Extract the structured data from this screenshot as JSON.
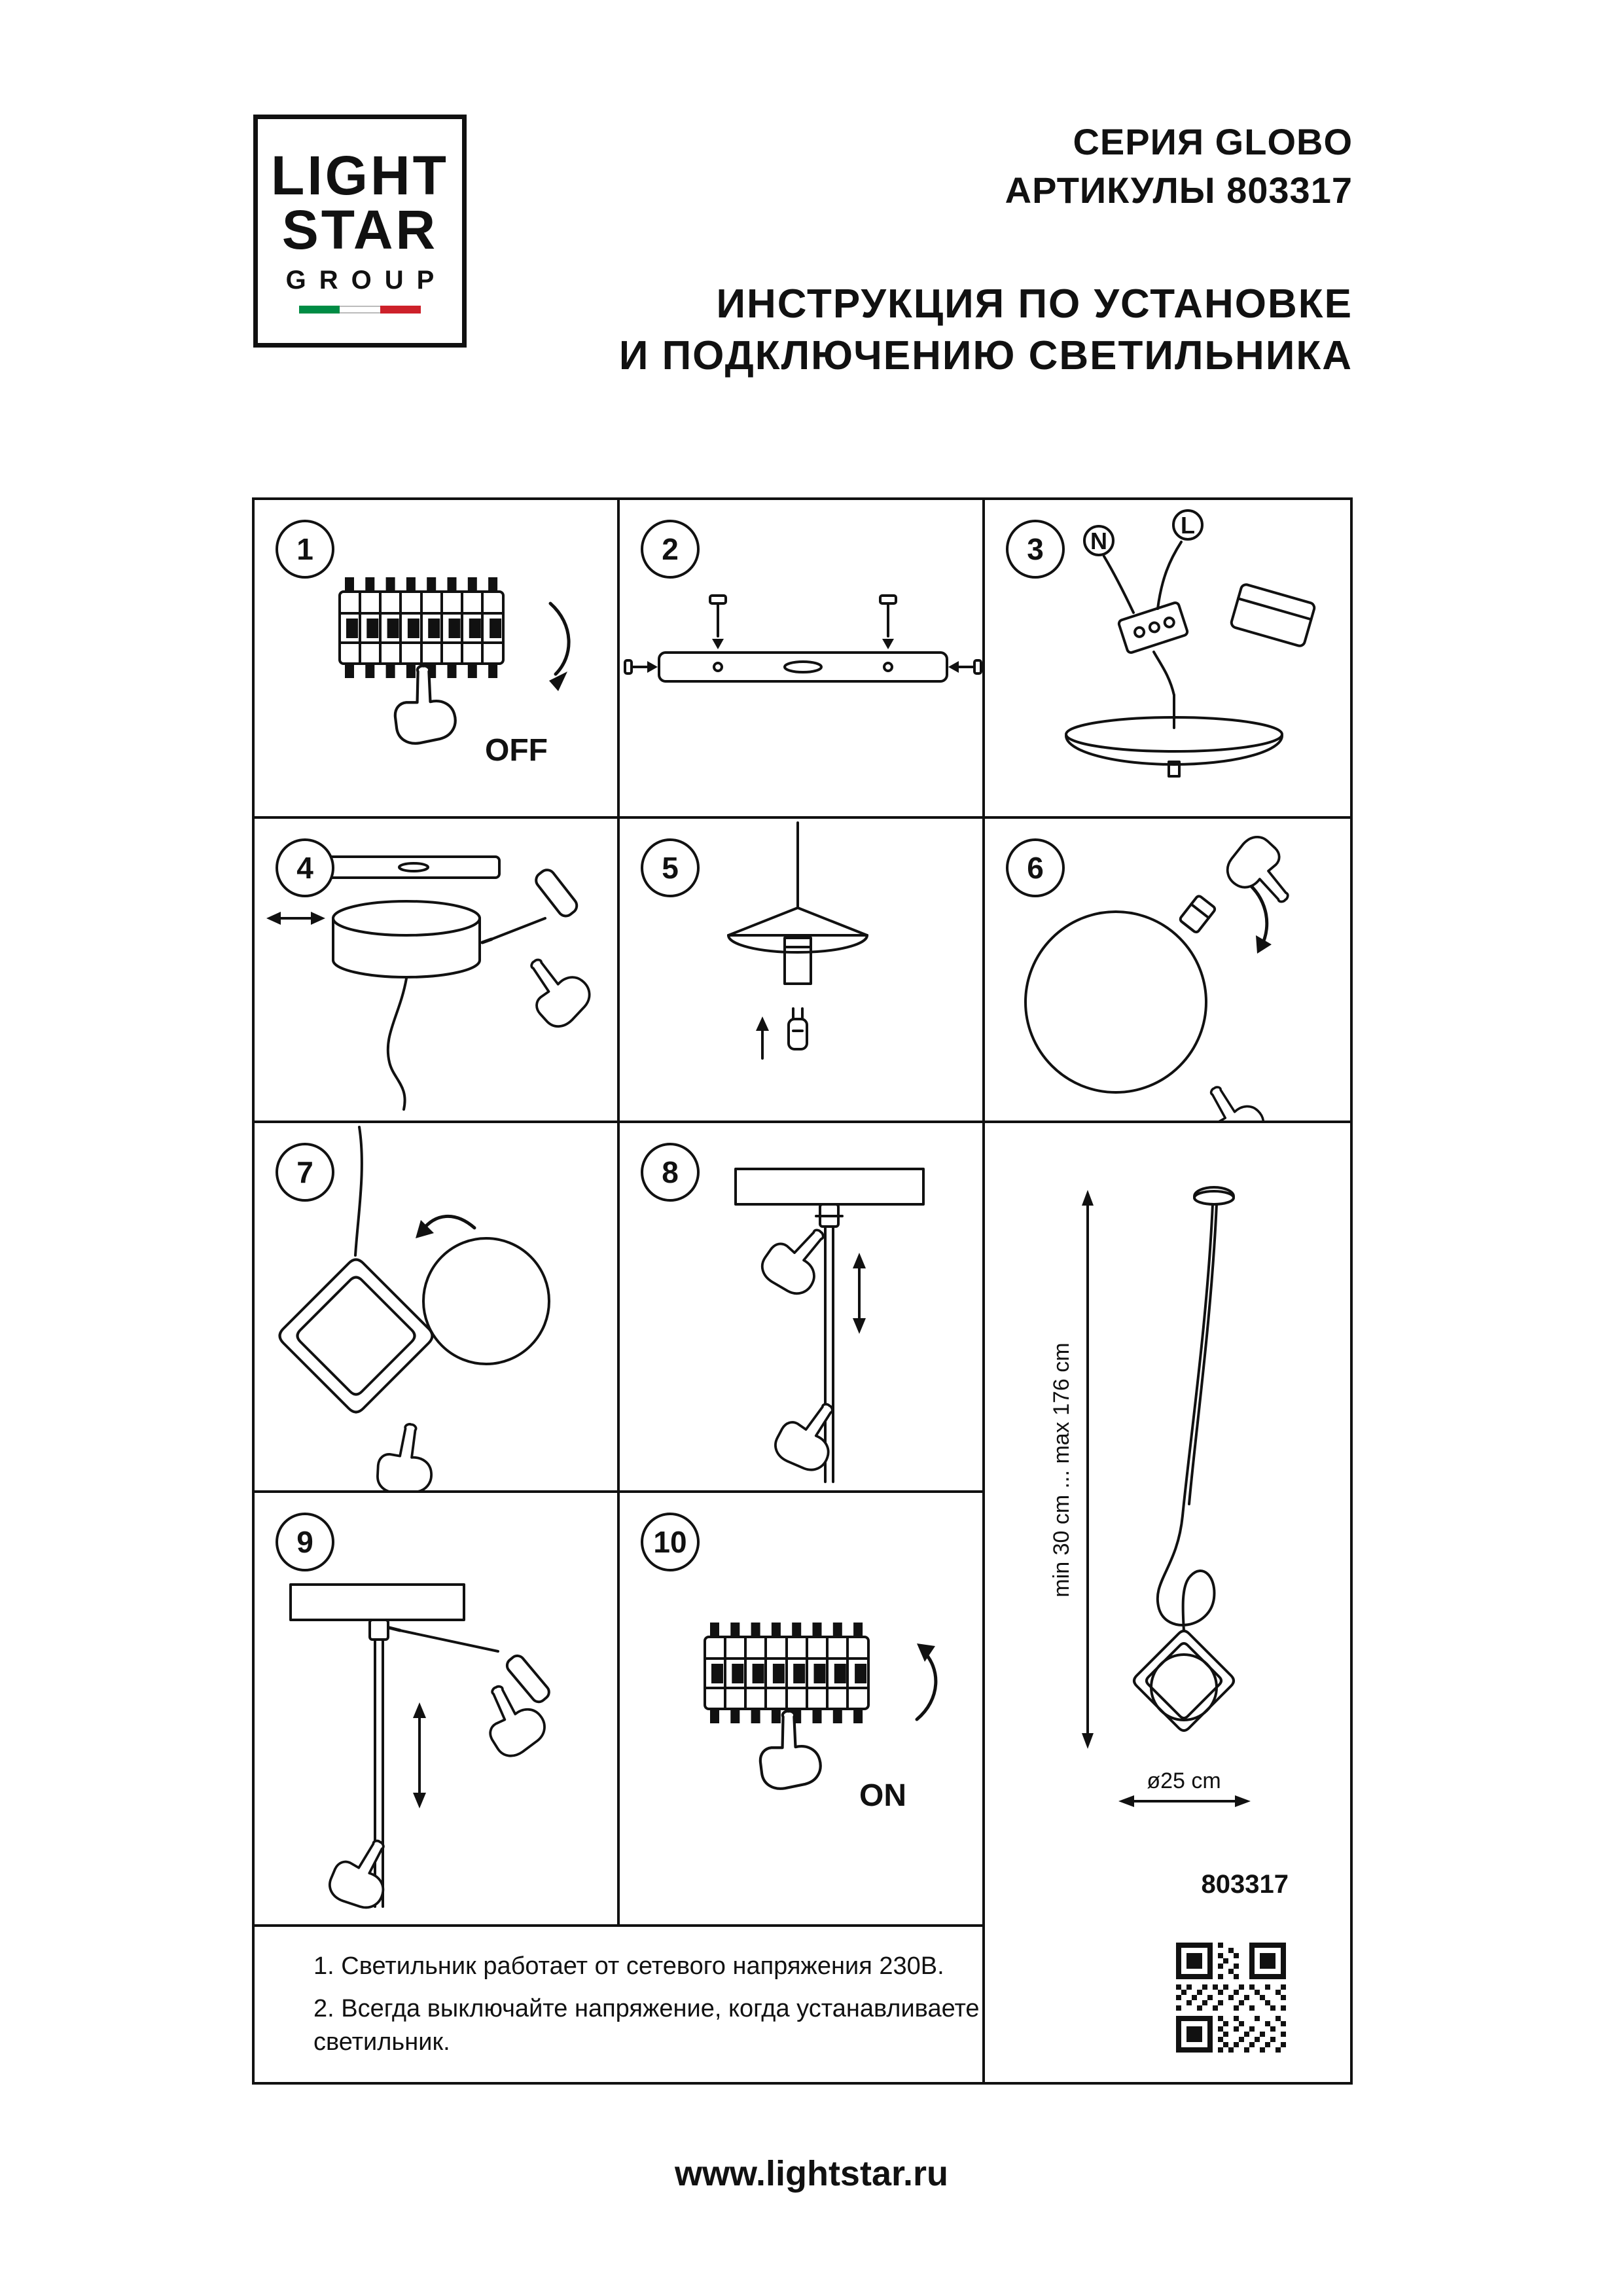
{
  "header": {
    "logo": {
      "line1": "LIGHT",
      "line2": "STAR",
      "line3": "GROUP"
    },
    "series_line1": "СЕРИЯ GLOBO",
    "series_line2": "АРТИКУЛЫ 803317",
    "title_line1": "ИНСТРУКЦИЯ ПО УСТАНОВКЕ",
    "title_line2": "И ПОДКЛЮЧЕНИЮ СВЕТИЛЬНИКА"
  },
  "steps": [
    {
      "number": "1",
      "label": "OFF"
    },
    {
      "number": "2"
    },
    {
      "number": "3",
      "wire_labels": [
        "N",
        "L"
      ]
    },
    {
      "number": "4"
    },
    {
      "number": "5"
    },
    {
      "number": "6"
    },
    {
      "number": "7"
    },
    {
      "number": "8"
    },
    {
      "number": "9"
    },
    {
      "number": "10",
      "label": "ON"
    }
  ],
  "dimensions": {
    "height_range": "min 30 cm ... max 176 cm",
    "diameter": "ø25 cm",
    "article": "803317"
  },
  "notes": [
    "1. Светильник работает от сетевого напряжения 230В.",
    "2. Всегда выключайте напряжение, когда устанавливаете светильник."
  ],
  "footer": {
    "website": "www.lightstar.ru"
  }
}
